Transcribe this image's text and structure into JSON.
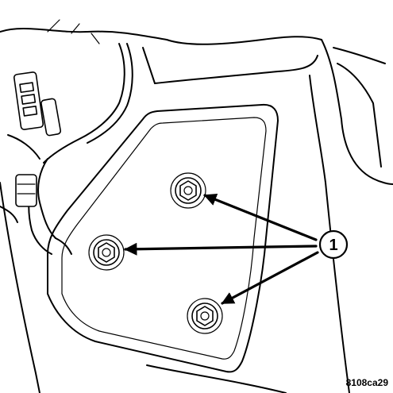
{
  "callout": {
    "number": "1",
    "target_count": 3
  },
  "figure_code": "8108ca29",
  "colors": {
    "ink": "#000000",
    "paper": "#ffffff"
  }
}
